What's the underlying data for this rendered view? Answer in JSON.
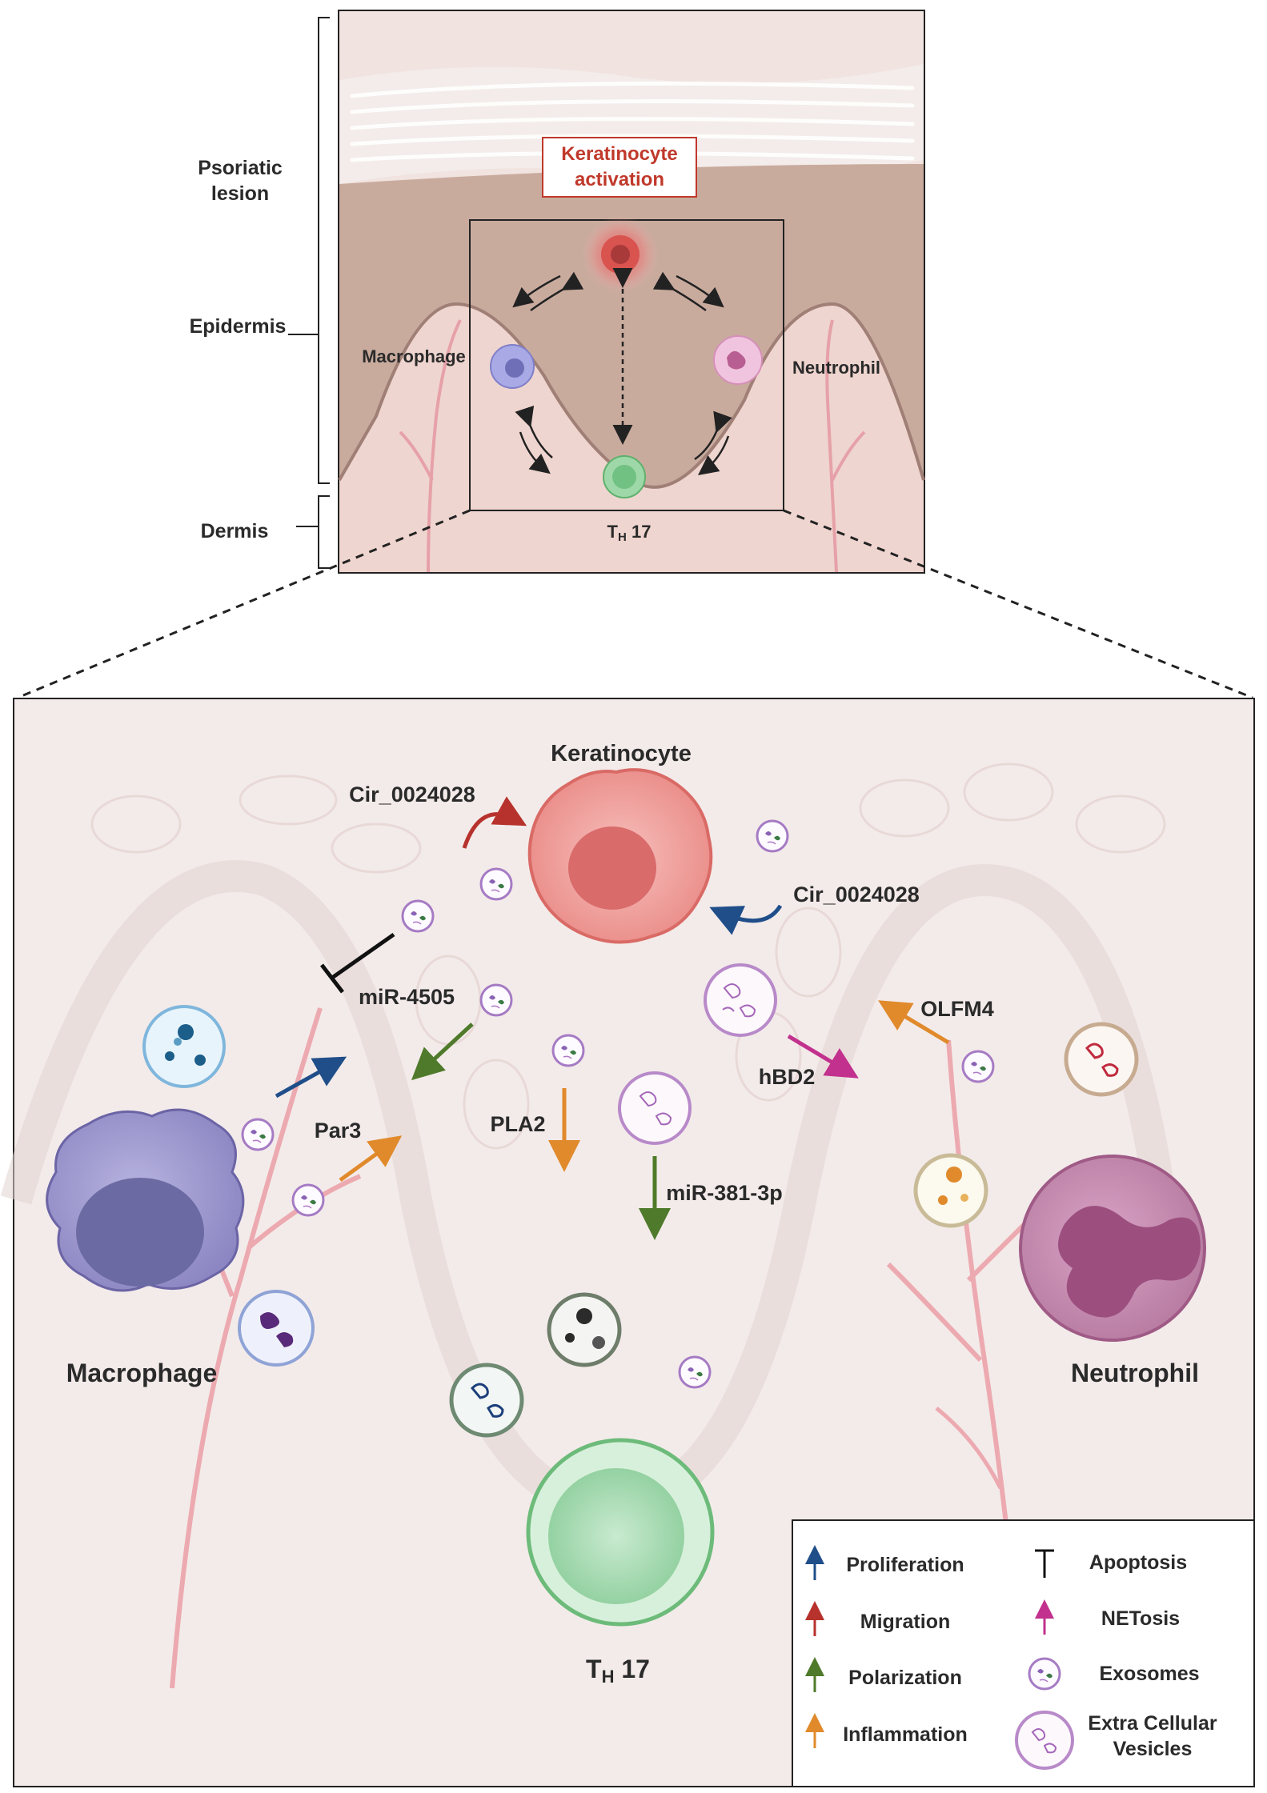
{
  "top_panel": {
    "side_labels": {
      "psoriatic_lesion": [
        "Psoriatic",
        "lesion"
      ],
      "epidermis": "Epidermis",
      "dermis": "Dermis"
    },
    "callout": [
      "Keratinocyte",
      "activation"
    ],
    "cells": {
      "macrophage": "Macrophage",
      "neutrophil": "Neutrophil",
      "th17_main": "T",
      "th17_sub": "H",
      "th17_num": " 17"
    }
  },
  "bottom_panel": {
    "cells": {
      "keratinocyte": "Keratinocyte",
      "macrophage": "Macrophage",
      "neutrophil": "Neutrophil",
      "th17_main": "T",
      "th17_sub": "H",
      "th17_num": " 17"
    },
    "molecules": {
      "cir_left": "Cir_0024028",
      "cir_right": "Cir_0024028",
      "mir4505": "miR-4505",
      "par3": "Par3",
      "pla2": "PLA2",
      "mir381": "miR-381-3p",
      "hbd2": "hBD2",
      "olfm4": "OLFM4"
    }
  },
  "legend": {
    "items": [
      {
        "label": "Proliferation",
        "icon": "arrow-up",
        "color": "#1f4e89"
      },
      {
        "label": "Migration",
        "icon": "arrow-up",
        "color": "#b7322c"
      },
      {
        "label": "Polarization",
        "icon": "arrow-up",
        "color": "#4f7a2b"
      },
      {
        "label": "Inflammation",
        "icon": "arrow-up",
        "color": "#e08a2c"
      },
      {
        "label": "Apoptosis",
        "icon": "inhibit-bar",
        "color": "#111111"
      },
      {
        "label": "NETosis",
        "icon": "arrow-up",
        "color": "#c2318d"
      },
      {
        "label": "Exosomes",
        "icon": "exosome",
        "color": "#9d6ab8"
      },
      {
        "label_line1": "Extra Cellular",
        "label_line2": "Vesicles",
        "icon": "vesicle",
        "color": "#9d6ab8"
      }
    ]
  },
  "colors": {
    "proliferation": "#1f4e89",
    "migration": "#b7322c",
    "polarization": "#4f7a2b",
    "inflammation": "#e08a2c",
    "apoptosis": "#111111",
    "netosis": "#c2318d"
  }
}
